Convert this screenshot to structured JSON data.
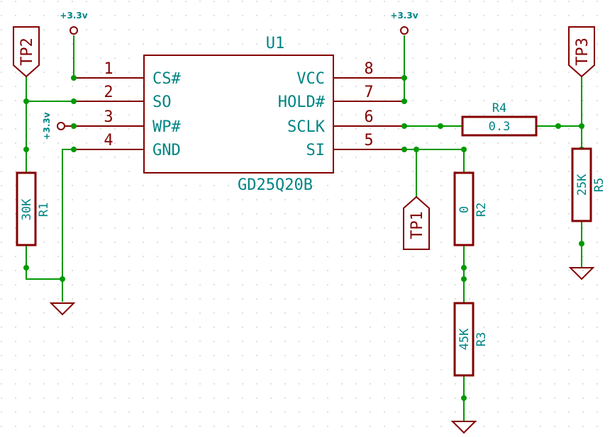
{
  "ic": {
    "ref": "U1",
    "part": "GD25Q20B",
    "left_pins": [
      {
        "num": "1",
        "name": "CS#"
      },
      {
        "num": "2",
        "name": "SO"
      },
      {
        "num": "3",
        "name": "WP#"
      },
      {
        "num": "4",
        "name": "GND"
      }
    ],
    "right_pins": [
      {
        "num": "8",
        "name": "VCC"
      },
      {
        "num": "7",
        "name": "HOLD#"
      },
      {
        "num": "6",
        "name": "SCLK"
      },
      {
        "num": "5",
        "name": "SI"
      }
    ]
  },
  "power": {
    "left_top": "+3.3v",
    "right_top": "+3.3v",
    "wp": "+3.3v"
  },
  "resistors": {
    "r1": {
      "ref": "R1",
      "value": "30K"
    },
    "r2": {
      "ref": "R2",
      "value": "0"
    },
    "r3": {
      "ref": "R3",
      "value": "45K"
    },
    "r4": {
      "ref": "R4",
      "value": "0.3"
    },
    "r5": {
      "ref": "R5",
      "value": "25K"
    }
  },
  "test_points": {
    "tp1": "TP1",
    "tp2": "TP2",
    "tp3": "TP3"
  },
  "colors": {
    "wire": "#009900",
    "component": "#840000",
    "label": "#008484",
    "grid_dot": "#c8c8c8",
    "background": "#ffffff"
  }
}
